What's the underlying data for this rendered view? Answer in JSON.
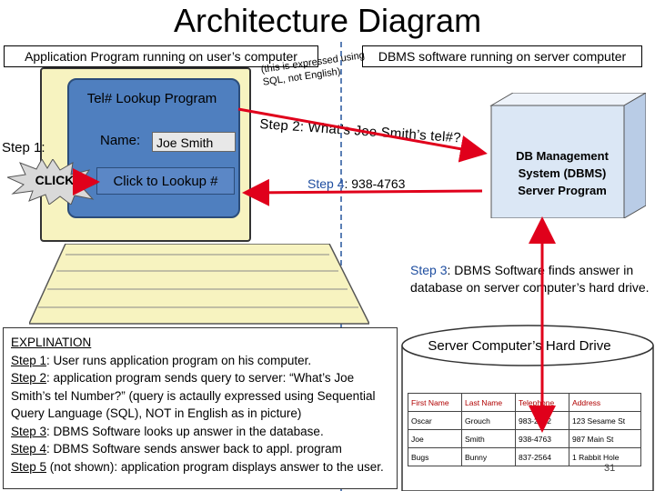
{
  "title": "Architecture Diagram",
  "left_header": "Application Program running on user’s computer",
  "right_header": "DBMS software running on server computer",
  "program_title": "Tel# Lookup Program",
  "name_label": "Name:",
  "name_value": "Joe Smith",
  "lookup_button": "Click to Lookup #",
  "step1_label": "Step 1:",
  "click_label": "CLICK",
  "note_line1": "(this is expressed using",
  "note_line2": "SQL, not English)",
  "step2_label": "Step 2:",
  "step2_query": "What’s Joe Smith’s tel#?",
  "step4_label": "Step 4",
  "step4_value": ": 938-4763",
  "server_program": [
    "DB Management",
    "System (DBMS)",
    "Server Program"
  ],
  "step3_label": "Step 3",
  "step3_text": ": DBMS Software finds answer in database on server computer’s hard drive.",
  "disk_title": "Server Computer’s Hard Drive",
  "table": {
    "headers": [
      "First Name",
      "Last Name",
      "Telephone",
      "Address"
    ],
    "rows": [
      [
        "Oscar",
        "Grouch",
        "983-2732",
        "123 Sesame St"
      ],
      [
        "Joe",
        "Smith",
        "938-4763",
        "987 Main St"
      ],
      [
        "Bugs",
        "Bunny",
        "837-2564",
        "1 Rabbit Hole"
      ]
    ]
  },
  "explanation": {
    "heading": "EXPLINATION",
    "items": [
      {
        "label": "Step 1",
        "text": ": User runs application program on his computer."
      },
      {
        "label": "Step 2",
        "text": ": application program sends query to server: “What’s Joe Smith’s tel Number?” (query is actaully expressed using Sequential Query Language (SQL), NOT in English as in picture)"
      },
      {
        "label": "Step 3",
        "text": ": DBMS Software looks up answer in the database."
      },
      {
        "label": "Step 4",
        "text": ": DBMS Software sends answer back to appl. program"
      },
      {
        "label": "Step 5",
        "text": " (not shown): application program displays answer to the user."
      }
    ]
  },
  "page_number": "31",
  "colors": {
    "accent_red": "#e0001b",
    "screen_blue": "#4f7fbf",
    "server_blue": "#dbe7f5",
    "monitor_cream": "#f7f3c0"
  }
}
